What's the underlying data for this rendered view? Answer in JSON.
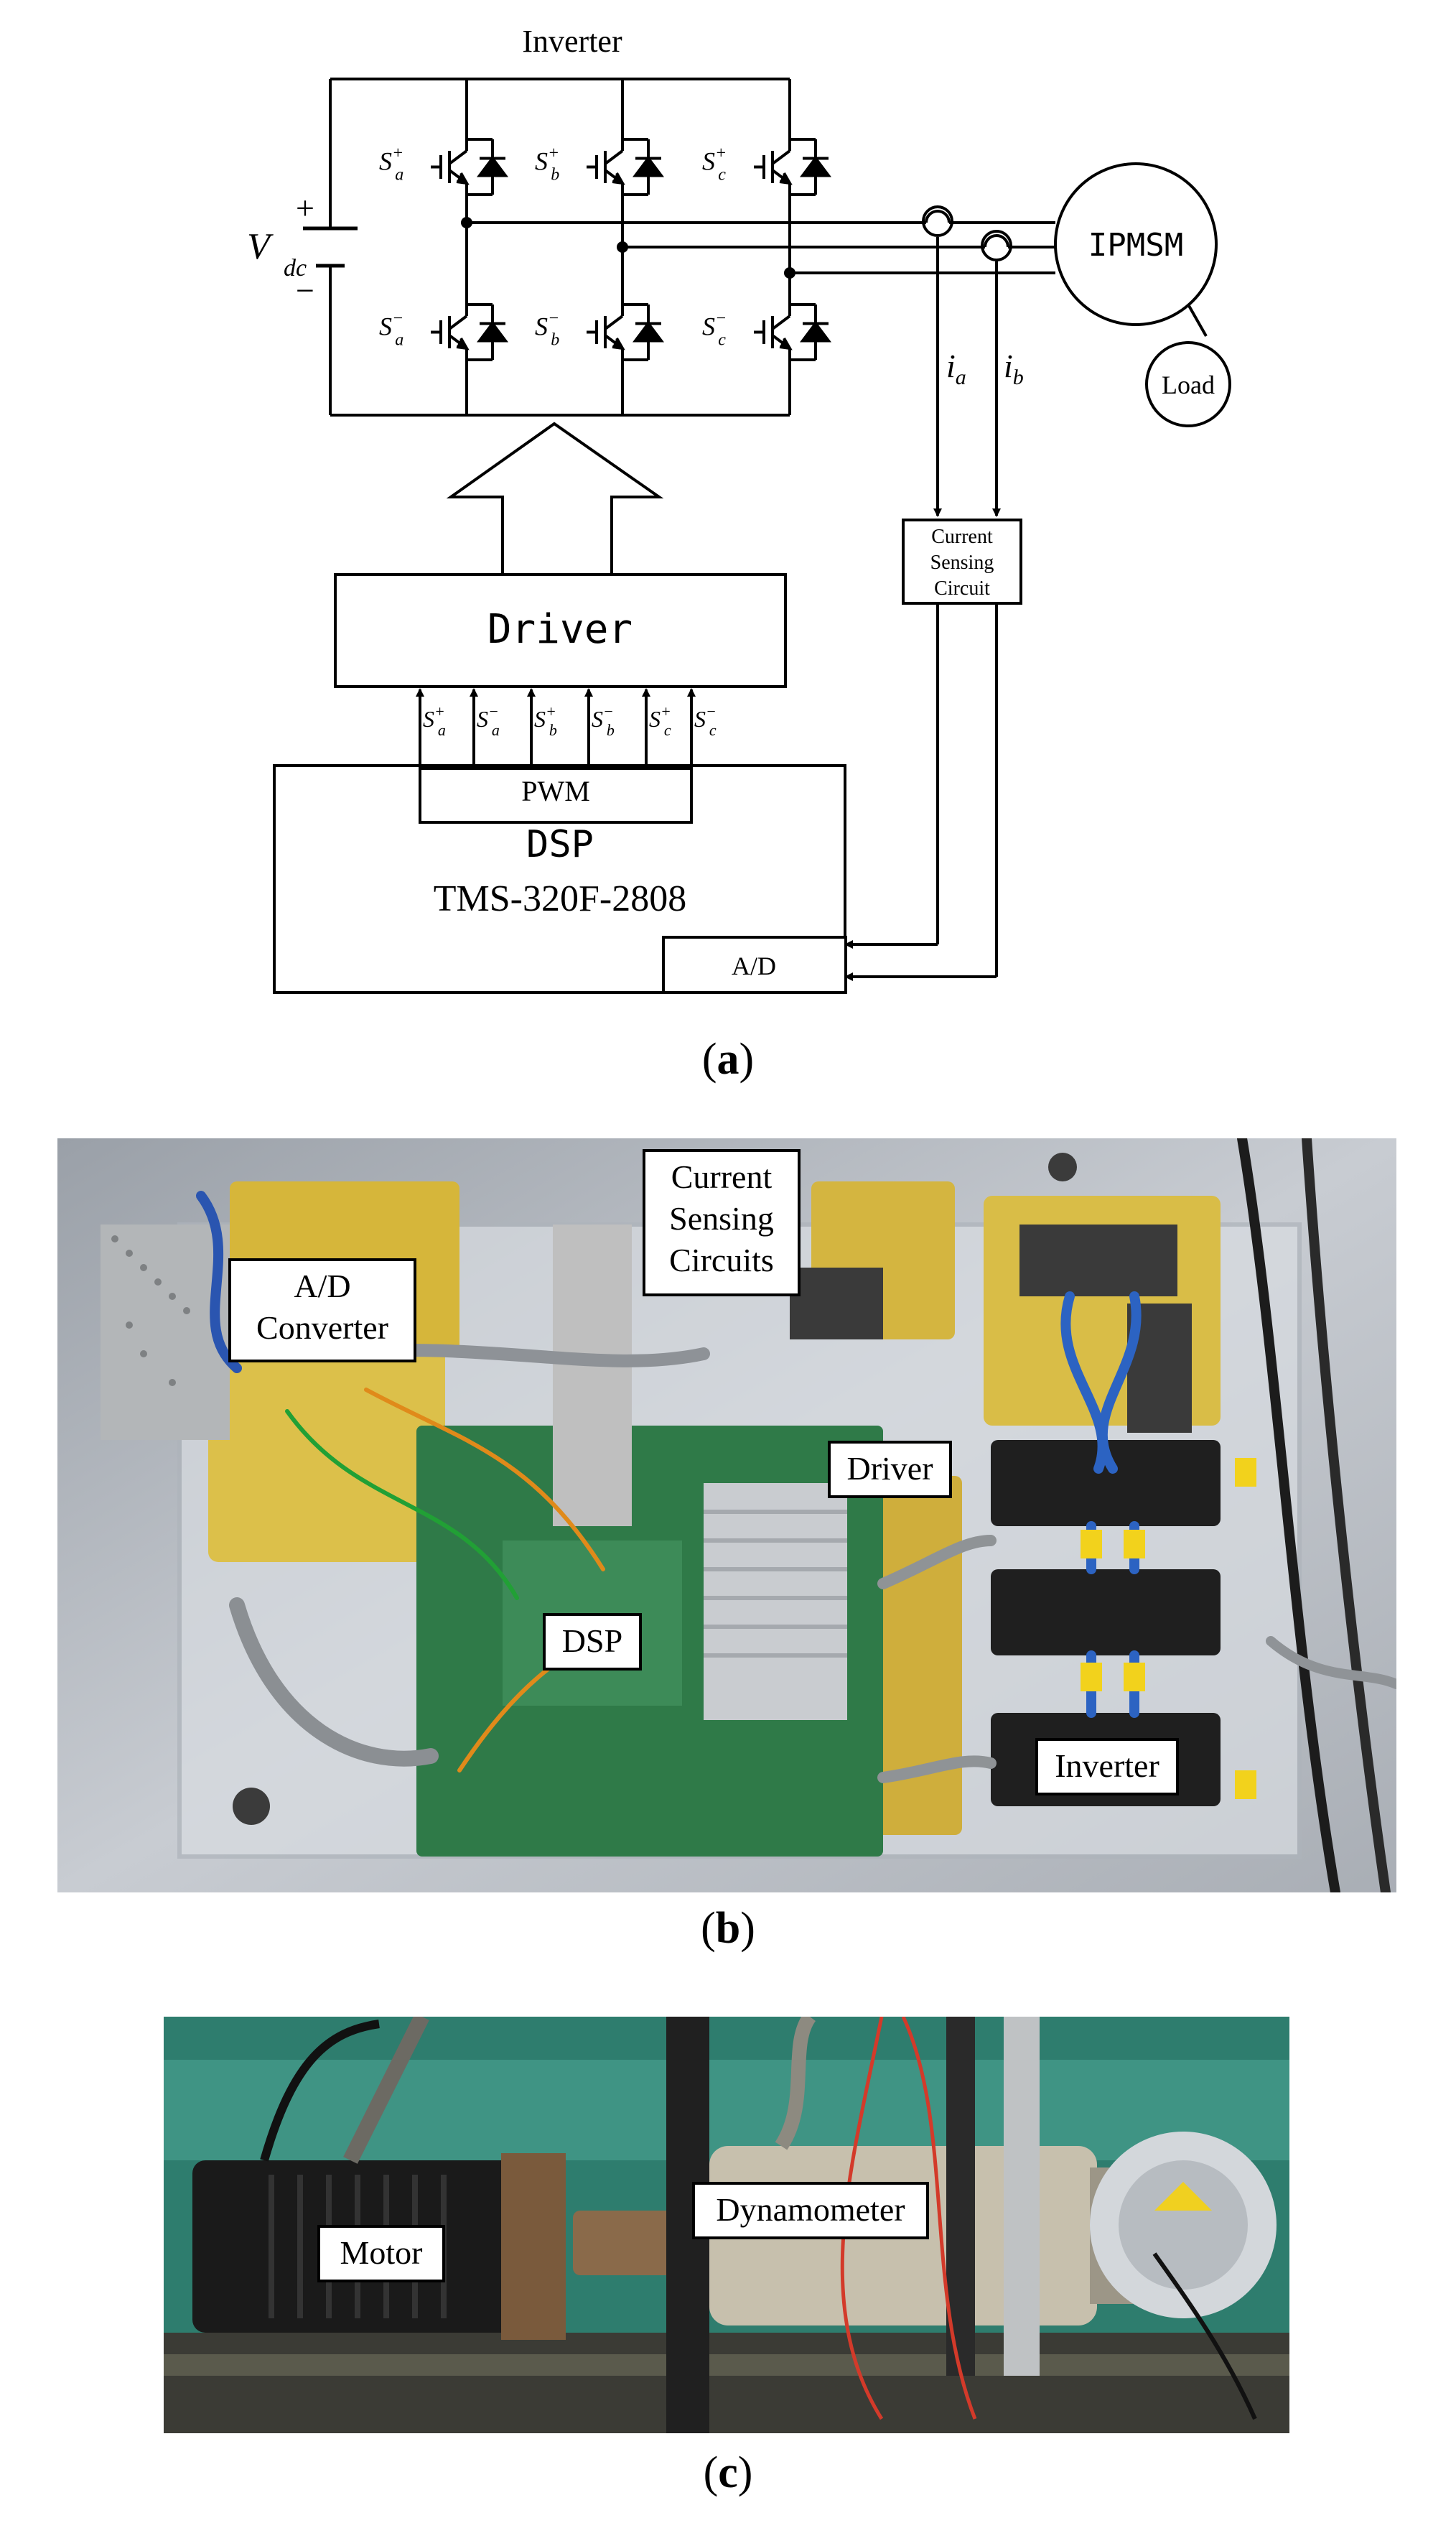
{
  "panel_a": {
    "inverter_title": "Inverter",
    "vdc_label": "V",
    "vdc_sub": "dc",
    "plus": "+",
    "minus": "−",
    "switch_top": [
      {
        "base": "S",
        "sup": "+",
        "sub": "a"
      },
      {
        "base": "S",
        "sup": "+",
        "sub": "b"
      },
      {
        "base": "S",
        "sup": "+",
        "sub": "c"
      }
    ],
    "switch_bottom": [
      {
        "base": "S",
        "sup": "−",
        "sub": "a"
      },
      {
        "base": "S",
        "sup": "−",
        "sub": "b"
      },
      {
        "base": "S",
        "sup": "−",
        "sub": "c"
      }
    ],
    "motor_label": "IPMSM",
    "load_label": "Load",
    "ia_label": {
      "base": "i",
      "sub": "a"
    },
    "ib_label": {
      "base": "i",
      "sub": "b"
    },
    "current_sensing_lines": [
      "Current",
      "Sensing",
      "Circuit"
    ],
    "driver_label": "Driver",
    "pwm_signals": [
      {
        "base": "S",
        "sup": "+",
        "sub": "a"
      },
      {
        "base": "S",
        "sup": "−",
        "sub": "a"
      },
      {
        "base": "S",
        "sup": "+",
        "sub": "b"
      },
      {
        "base": "S",
        "sup": "−",
        "sub": "b"
      },
      {
        "base": "S",
        "sup": "+",
        "sub": "c"
      },
      {
        "base": "S",
        "sup": "−",
        "sub": "c"
      }
    ],
    "pwm_label": "PWM",
    "dsp_label": "DSP",
    "dsp_model": "TMS-320F-2808",
    "ad_label": "A/D",
    "caption": "a"
  },
  "panel_b": {
    "callouts": {
      "current_sensing": [
        "Current",
        "Sensing",
        "Circuits"
      ],
      "ad_converter": [
        "A/D",
        "Converter"
      ],
      "driver": [
        "Driver"
      ],
      "dsp": [
        "DSP"
      ],
      "inverter": [
        "Inverter"
      ]
    },
    "caption": "b"
  },
  "panel_c": {
    "callouts": {
      "motor": "Motor",
      "dynamometer": "Dynamometer"
    },
    "caption": "c"
  }
}
